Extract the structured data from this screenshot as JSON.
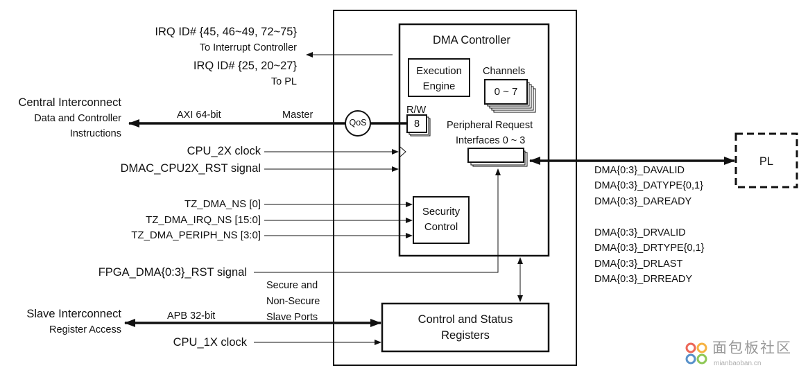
{
  "irq": {
    "line1": "IRQ ID# {45, 46~49, 72~75}",
    "line2": "To Interrupt Controller",
    "line3": "IRQ ID# {25, 20~27}",
    "line4": "To PL"
  },
  "central": {
    "title": "Central Interconnect",
    "sub1": "Data and Controller",
    "sub2": "Instructions",
    "bus": "AXI 64-bit",
    "role": "Master"
  },
  "qos": "QoS",
  "clock_2x": "CPU_2X clock",
  "rst_2x": "DMAC_CPU2X_RST signal",
  "tz": {
    "ns": "TZ_DMA_NS [0]",
    "irq_ns": "TZ_DMA_IRQ_NS [15:0]",
    "periph_ns": "TZ_DMA_PERIPH_NS [3:0]"
  },
  "fpga_rst": "FPGA_DMA{0:3}_RST signal",
  "slave_ports": {
    "line1": "Secure and",
    "line2": "Non-Secure",
    "line3": "Slave Ports"
  },
  "slave": {
    "title": "Slave Interconnect",
    "sub": "Register Access",
    "bus": "APB 32-bit"
  },
  "clock_1x": "CPU_1X clock",
  "dma": {
    "title": "DMA Controller",
    "exec_line1": "Execution",
    "exec_line2": "Engine",
    "channels_label": "Channels",
    "channels_range": "0 ~ 7",
    "rw_label": "R/W",
    "rw_value": "8",
    "periph_line1": "Peripheral Request",
    "periph_line2": "Interfaces 0 ~ 3",
    "security_line1": "Security",
    "security_line2": "Control"
  },
  "csr": {
    "line1": "Control and Status",
    "line2": "Registers"
  },
  "pl": "PL",
  "signals": [
    "DMA{0:3}_DAVALID",
    "DMA{0:3}_DATYPE{0,1}",
    "DMA{0:3}_DAREADY",
    "DMA{0:3}_DRVALID",
    "DMA{0:3}_DRTYPE{0,1}",
    "DMA{0:3}_DRLAST",
    "DMA{0:3}_DRREADY"
  ],
  "watermark": {
    "text": "面包板社区",
    "url": "mianbaoban.cn",
    "colors": [
      "#e94d3c",
      "#f5a623",
      "#3d7fc1",
      "#7cbf3a"
    ]
  }
}
